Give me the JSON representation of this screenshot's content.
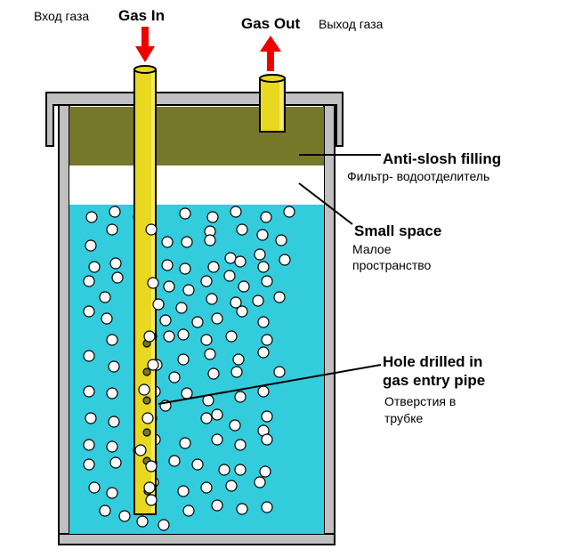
{
  "labels": {
    "gas_in_ru": "Вход газа",
    "gas_in_en": "Gas In",
    "gas_out_en": "Gas Out",
    "gas_out_ru": "Выход газа",
    "anti_slosh_en": "Anti-slosh filling",
    "anti_slosh_ru": "Фильтр- водоотделитель",
    "small_space_en": "Small space",
    "small_space_ru_line1": "Малое",
    "small_space_ru_line2": "пространство",
    "hole_en_line1": "Hole drilled in",
    "hole_en_line2": "gas entry pipe",
    "hole_ru_line1": "Отверстия в",
    "hole_ru_line2": "трубке"
  },
  "colors": {
    "liquid": "#33CCDD",
    "filling": "#77772A",
    "pipe": "#E8D820",
    "arrow": "#EE0000",
    "vessel_wall": "#C0C0C0"
  },
  "icons": {
    "gas_in_arrow": "arrow-down-icon",
    "gas_out_arrow": "arrow-up-icon"
  }
}
